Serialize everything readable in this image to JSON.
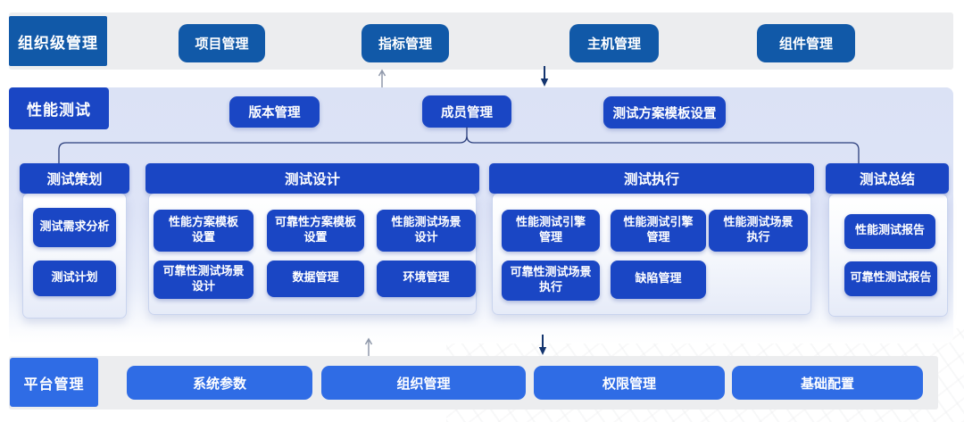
{
  "diagram": {
    "org_band": {
      "label": "组织级管理",
      "modules": [
        "项目管理",
        "指标管理",
        "主机管理",
        "组件管理"
      ]
    },
    "perf_band": {
      "label": "性能测试",
      "modules": [
        "版本管理",
        "成员管理",
        "测试方案模板设置"
      ],
      "columns": [
        {
          "title": "测试策划",
          "modules": [
            "测试需求分析",
            "测试计划"
          ]
        },
        {
          "title": "测试设计",
          "modules": [
            "性能方案模板\n设置",
            "可靠性方案模板\n设置",
            "性能测试场景\n设计",
            "可靠性测试场景\n设计",
            "数据管理",
            "环境管理"
          ]
        },
        {
          "title": "测试执行",
          "modules": [
            "性能测试引擎\n管理",
            "性能测试引擎\n管理",
            "性能测试场景\n执行",
            "可靠性测试场景\n执行",
            "缺陷管理"
          ]
        },
        {
          "title": "测试总结",
          "modules": [
            "性能测试报告",
            "可靠性测试报告"
          ]
        }
      ]
    },
    "platform_band": {
      "label": "平台管理",
      "modules": [
        "系统参数",
        "组织管理",
        "权限管理",
        "基础配置"
      ]
    },
    "colors": {
      "org_blue": "#1159A8",
      "royal_blue": "#1A46C4",
      "bright_blue": "#2F6CE5",
      "band_gray": "#ECEDEF",
      "panel_lavender": "#DBE2F5",
      "connector_navy": "#2A3E7C",
      "arrow_gray": "#9099AB"
    }
  }
}
